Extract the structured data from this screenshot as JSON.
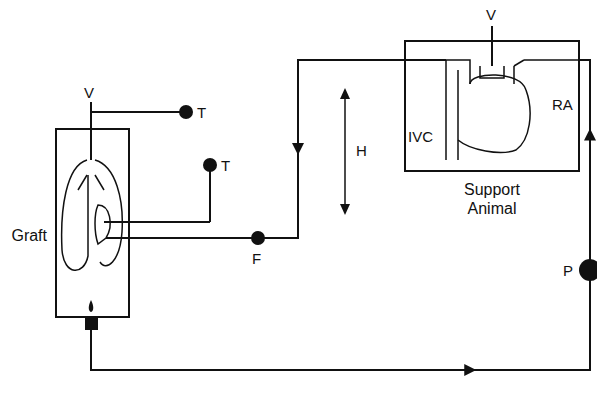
{
  "diagram": {
    "nodes": [
      {
        "text": [
          "Graft"
        ]
      },
      {
        "text": [
          "Support Animal"
        ]
      }
    ],
    "edges": [
      {
        "from": 1,
        "to": 0,
        "arrow": "to"
      },
      {
        "from": 0,
        "to": 1,
        "arrow": "to"
      }
    ],
    "labels": [
      "V",
      "T",
      "T",
      "F",
      "H",
      "V",
      "IVC",
      "RA",
      "P"
    ]
  }
}
